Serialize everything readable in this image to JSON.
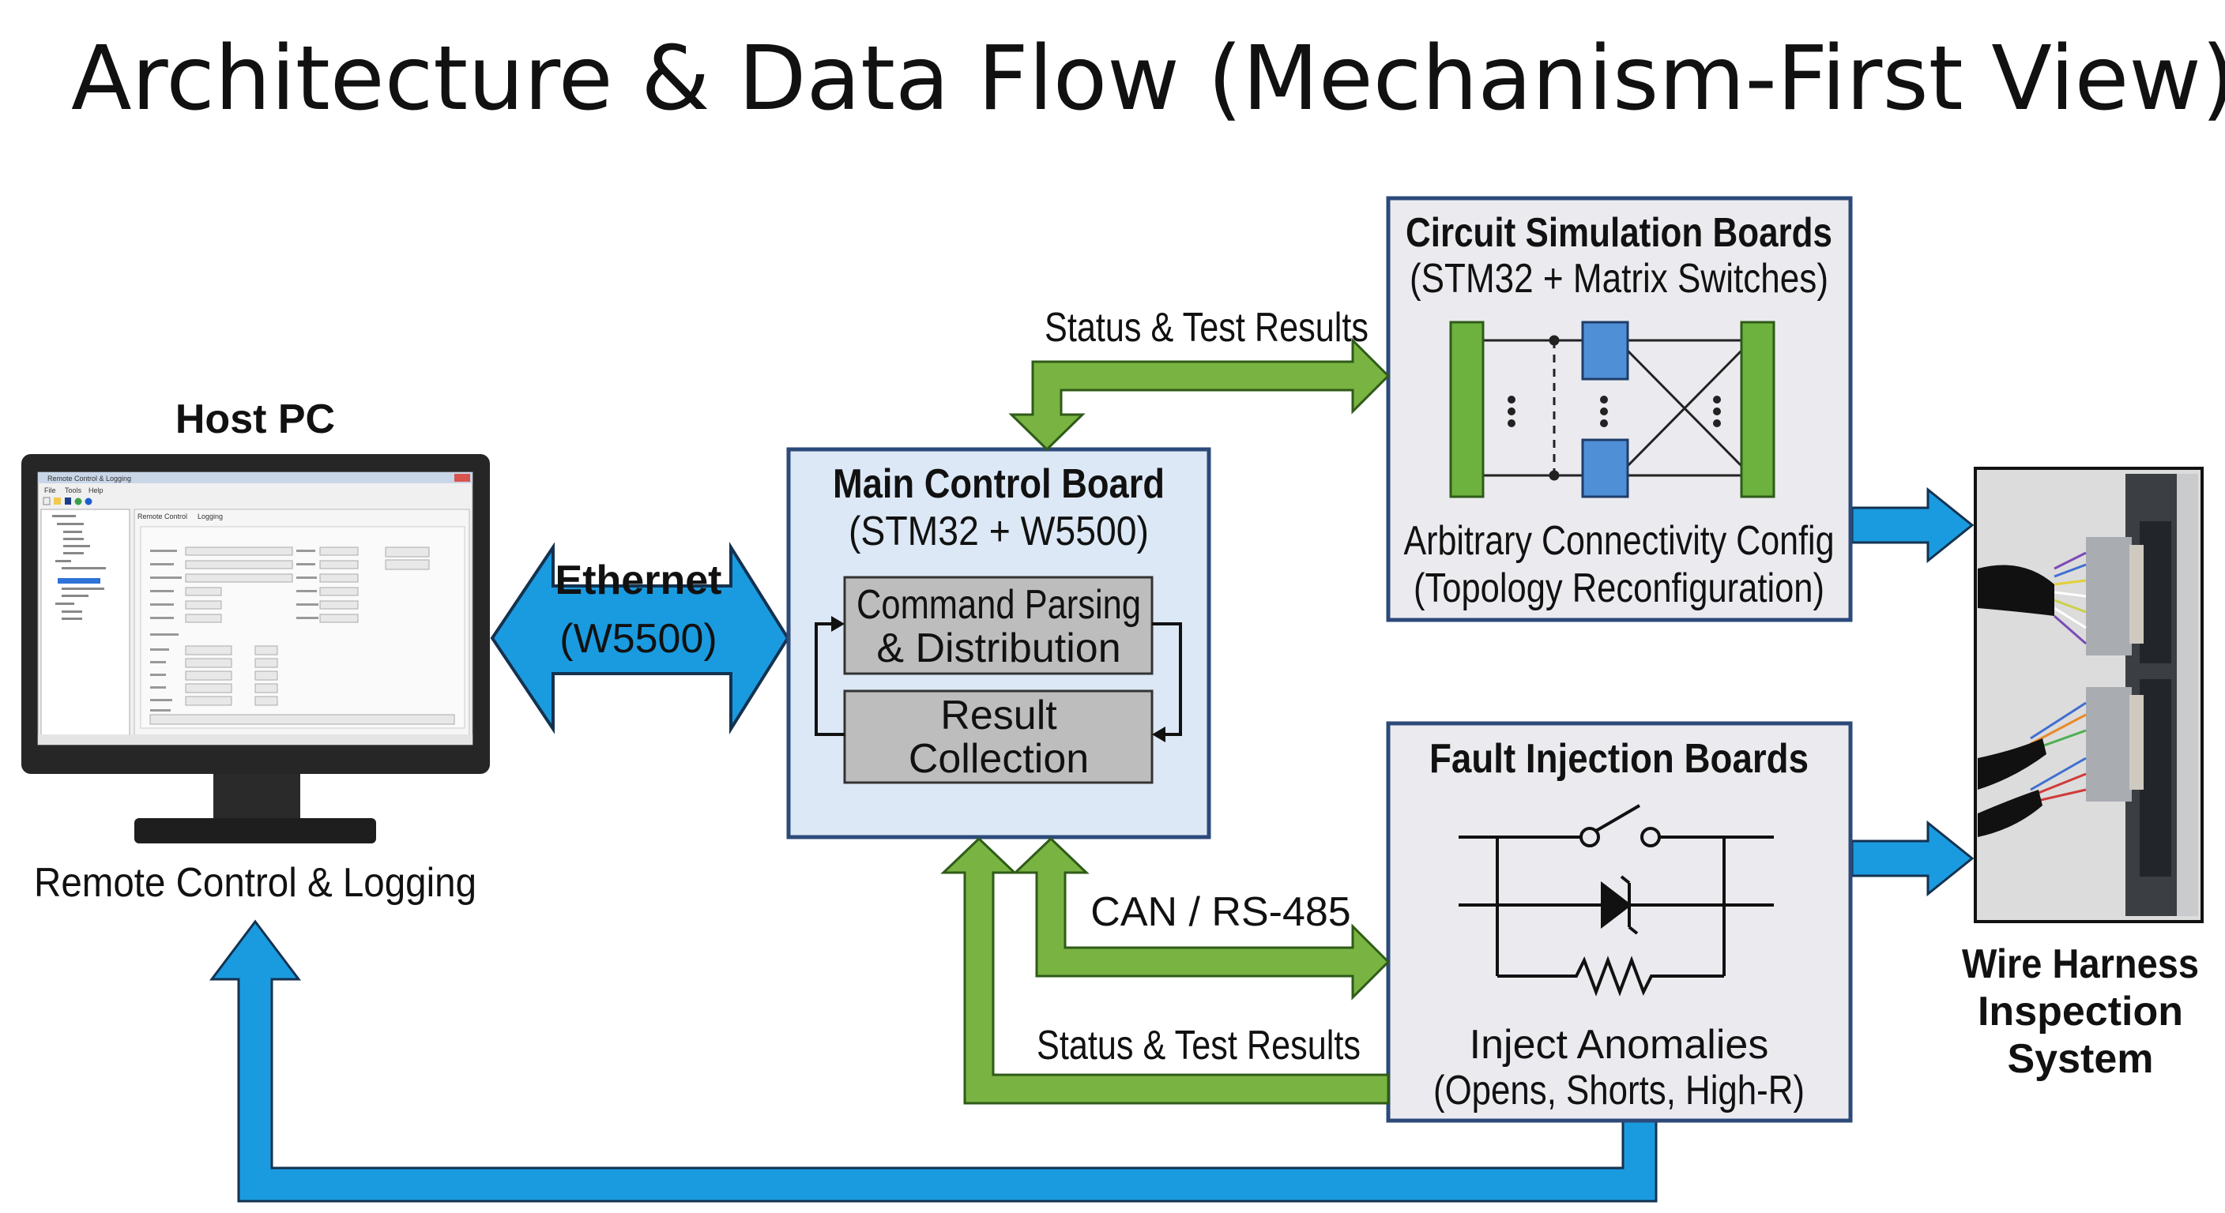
{
  "title": "Architecture & Data Flow (Mechanism-First View)",
  "host_pc": {
    "label": "Host PC",
    "caption": "Remote Control & Logging",
    "screen": {
      "window_title": "Remote Control & Logging",
      "menu": [
        "File",
        "Tools",
        "Help"
      ],
      "tabs": [
        "Remote Control",
        "Logging"
      ]
    }
  },
  "ethernet": {
    "label": "Ethernet",
    "sublabel": "(W5500)"
  },
  "main_board": {
    "title": "Main Control Board",
    "subtitle": "(STM32 + W5500)",
    "blocks": [
      {
        "line1": "Command Parsing",
        "line2": "& Distribution"
      },
      {
        "line1": "Result",
        "line2": "Collection"
      }
    ]
  },
  "circuit_boards": {
    "title": "Circuit Simulation Boards",
    "subtitle": "(STM32 + Matrix Switches)",
    "desc1": "Arbitrary Connectivity Config",
    "desc2": "(Topology Reconfiguration)"
  },
  "fault_boards": {
    "title": "Fault Injection Boards",
    "desc1": "Inject Anomalies",
    "desc2": "(Opens, Shorts, High-R)"
  },
  "flows": {
    "status_top": "Status & Test Results",
    "can": "CAN / RS-485",
    "status_bottom": "Status & Test Results"
  },
  "harness": {
    "line1": "Wire Harness",
    "line2": "Inspection",
    "line3": "System"
  },
  "colors": {
    "blue_arrow": "#1a9be0",
    "green_arrow": "#79b342",
    "board_fill": "#dce8f5",
    "box_fill": "#ebebef",
    "border": "#2c4a7a"
  }
}
